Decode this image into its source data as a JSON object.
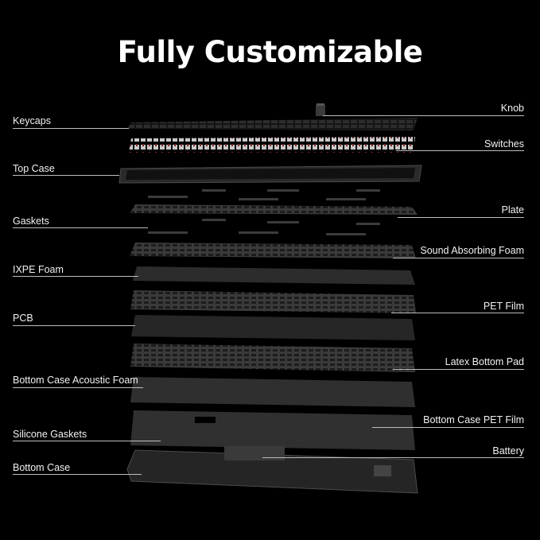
{
  "title": "Fully Customizable",
  "left_labels": [
    "Keycaps",
    "Top Case",
    "Gaskets",
    "IXPE Foam",
    "PCB",
    "Bottom Case Acoustic Foam",
    "Silicone Gaskets",
    "Bottom Case"
  ],
  "right_labels": [
    "Knob",
    "Switches",
    "Plate",
    "Sound Absorbing Foam",
    "PET Film",
    "Latex Bottom Pad",
    "Bottom Case PET Film",
    "Battery"
  ],
  "colors": {
    "background": "#000000",
    "text": "#ffffff",
    "leader_line": "#bdbdbd",
    "switch_stem": "#7a2a2a"
  }
}
